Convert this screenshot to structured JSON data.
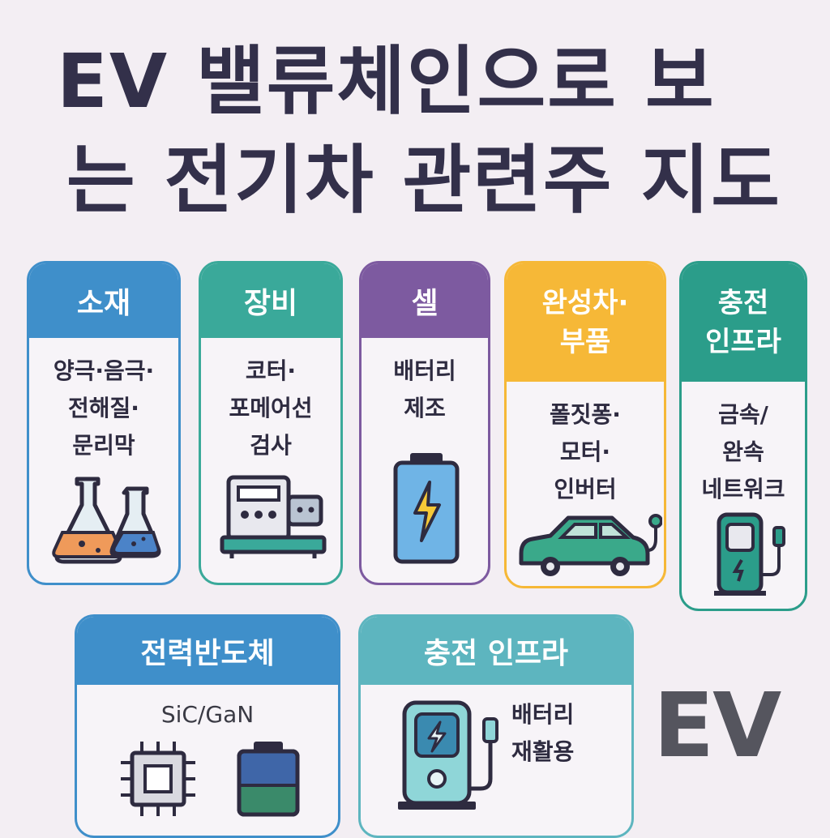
{
  "title": {
    "line1": "EV 밸류체인으로 보",
    "line2": "는 전기차 관련주 지도"
  },
  "cards": [
    {
      "id": "materials",
      "header": "소재",
      "lines": [
        "양극·음극·",
        "전해질·",
        "문리막"
      ],
      "color": "#3f8fca",
      "icon": "flask-icon"
    },
    {
      "id": "equipment",
      "header": "장비",
      "lines": [
        "코터·",
        "포메어선",
        "검사"
      ],
      "color": "#3aa99a",
      "icon": "machine-icon"
    },
    {
      "id": "cell",
      "header": "셀",
      "lines": [
        "배터리",
        "제조"
      ],
      "color": "#7d5aa0",
      "icon": "battery-icon"
    },
    {
      "id": "vehicle",
      "header_lines": [
        "완성차·",
        "부품"
      ],
      "lines": [
        "폴짓퐁·",
        "모터·",
        "인버터"
      ],
      "color": "#f6b837",
      "icon": "car-icon"
    },
    {
      "id": "charging1",
      "header_lines": [
        "충전",
        "인프라"
      ],
      "lines": [
        "금속/",
        "완속",
        "네트워크"
      ],
      "color": "#2b9d8a",
      "icon": "charger-icon"
    },
    {
      "id": "power-semi",
      "header": "전력반도체",
      "lines": [
        "SiC/GaN"
      ],
      "color": "#3f8fca",
      "icon": "chip-icon"
    },
    {
      "id": "charging2",
      "header": "충전 인프라",
      "lines": [
        "배터리",
        "재활용"
      ],
      "color": "#5db5bf",
      "icon": "charging-station-icon"
    }
  ],
  "ev_mark": "EV"
}
